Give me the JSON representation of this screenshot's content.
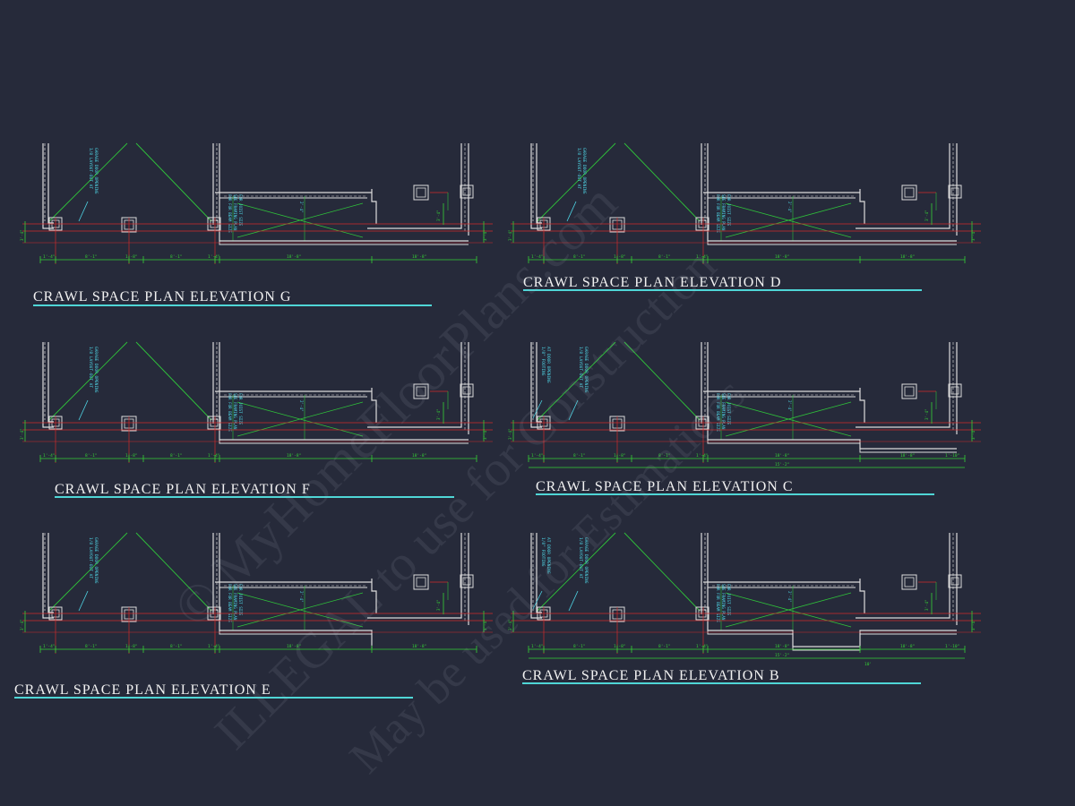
{
  "plans": [
    {
      "id": "G",
      "title": "CRAWL SPACE PLAN ELEVATION G",
      "variant": "base"
    },
    {
      "id": "D",
      "title": "CRAWL SPACE PLAN ELEVATION D",
      "variant": "base"
    },
    {
      "id": "F",
      "title": "CRAWL SPACE PLAN ELEVATION F",
      "variant": "base"
    },
    {
      "id": "C",
      "title": "CRAWL SPACE PLAN ELEVATION C",
      "variant": "stepped"
    },
    {
      "id": "E",
      "title": "CRAWL SPACE PLAN ELEVATION E",
      "variant": "short"
    },
    {
      "id": "B",
      "title": "CRAWL SPACE PLAN ELEVATION B",
      "variant": "bay"
    }
  ],
  "dimensions": {
    "d1": "1'-4\"",
    "d2": "8'-1\"",
    "d3": "1'-8\"",
    "d4": "18'-8\"",
    "d5": "18'-8\"",
    "d6": "3'-4\"",
    "d7": "1'-10\"",
    "d8": "15'-2\"",
    "d9": "10'"
  },
  "watermark": {
    "line1": "© MyHomeFloorPlans.com",
    "line2": "ILLEGAL to use for Construction",
    "line3": "May be used for Estimations"
  },
  "colors": {
    "background": "#262a3a",
    "wall": "#dcdcdc",
    "dimension": "#35d235",
    "gridline": "#d02b2b",
    "note": "#4fd6e6",
    "diagonal": "#2fc23a",
    "title_rule": "#4fd6d6"
  }
}
